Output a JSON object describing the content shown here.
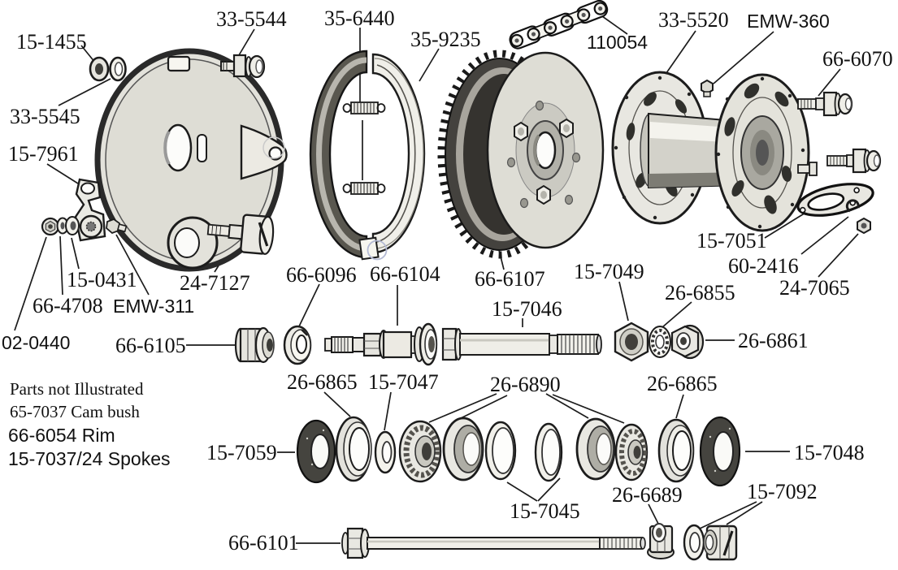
{
  "diagram": {
    "labels": [
      {
        "id": "15-1455",
        "text": "15-1455"
      },
      {
        "id": "33-5544",
        "text": "33-5544"
      },
      {
        "id": "35-6440",
        "text": "35-6440"
      },
      {
        "id": "35-9235",
        "text": "35-9235"
      },
      {
        "id": "110054",
        "text": "110054"
      },
      {
        "id": "33-5520",
        "text": "33-5520"
      },
      {
        "id": "EMW-360",
        "text": "EMW-360"
      },
      {
        "id": "66-6070",
        "text": "66-6070"
      },
      {
        "id": "33-5545",
        "text": "33-5545"
      },
      {
        "id": "15-7961",
        "text": "15-7961"
      },
      {
        "id": "15-7051",
        "text": "15-7051"
      },
      {
        "id": "60-2416",
        "text": "60-2416"
      },
      {
        "id": "24-7065",
        "text": "24-7065"
      },
      {
        "id": "15-0431",
        "text": "15-0431"
      },
      {
        "id": "24-7127",
        "text": "24-7127"
      },
      {
        "id": "66-4708",
        "text": "66-4708"
      },
      {
        "id": "EMW-311",
        "text": "EMW-311"
      },
      {
        "id": "02-0440",
        "text": "02-0440"
      },
      {
        "id": "66-6105",
        "text": "66-6105"
      },
      {
        "id": "66-6096",
        "text": "66-6096"
      },
      {
        "id": "66-6104",
        "text": "66-6104"
      },
      {
        "id": "66-6107",
        "text": "66-6107"
      },
      {
        "id": "15-7046",
        "text": "15-7046"
      },
      {
        "id": "15-7049",
        "text": "15-7049"
      },
      {
        "id": "26-6855",
        "text": "26-6855"
      },
      {
        "id": "26-6861",
        "text": "26-6861"
      },
      {
        "id": "26-6865-mid",
        "text": "26-6865"
      },
      {
        "id": "15-7047",
        "text": "15-7047"
      },
      {
        "id": "26-6890",
        "text": "26-6890"
      },
      {
        "id": "26-6865-right",
        "text": "26-6865"
      },
      {
        "id": "15-7059",
        "text": "15-7059"
      },
      {
        "id": "15-7048",
        "text": "15-7048"
      },
      {
        "id": "15-7045",
        "text": "15-7045"
      },
      {
        "id": "26-6689",
        "text": "26-6689"
      },
      {
        "id": "15-7092",
        "text": "15-7092"
      },
      {
        "id": "66-6101",
        "text": "66-6101"
      }
    ],
    "notes": {
      "title": "Parts not Illustrated",
      "lines": [
        "65-7037 Cam bush",
        "66-6054 Rim",
        "15-7037/24 Spokes"
      ]
    },
    "colors": {
      "ink": "#1c1c1c",
      "paper": "#ffffff",
      "ghost_ring": "#b4bad4"
    }
  }
}
